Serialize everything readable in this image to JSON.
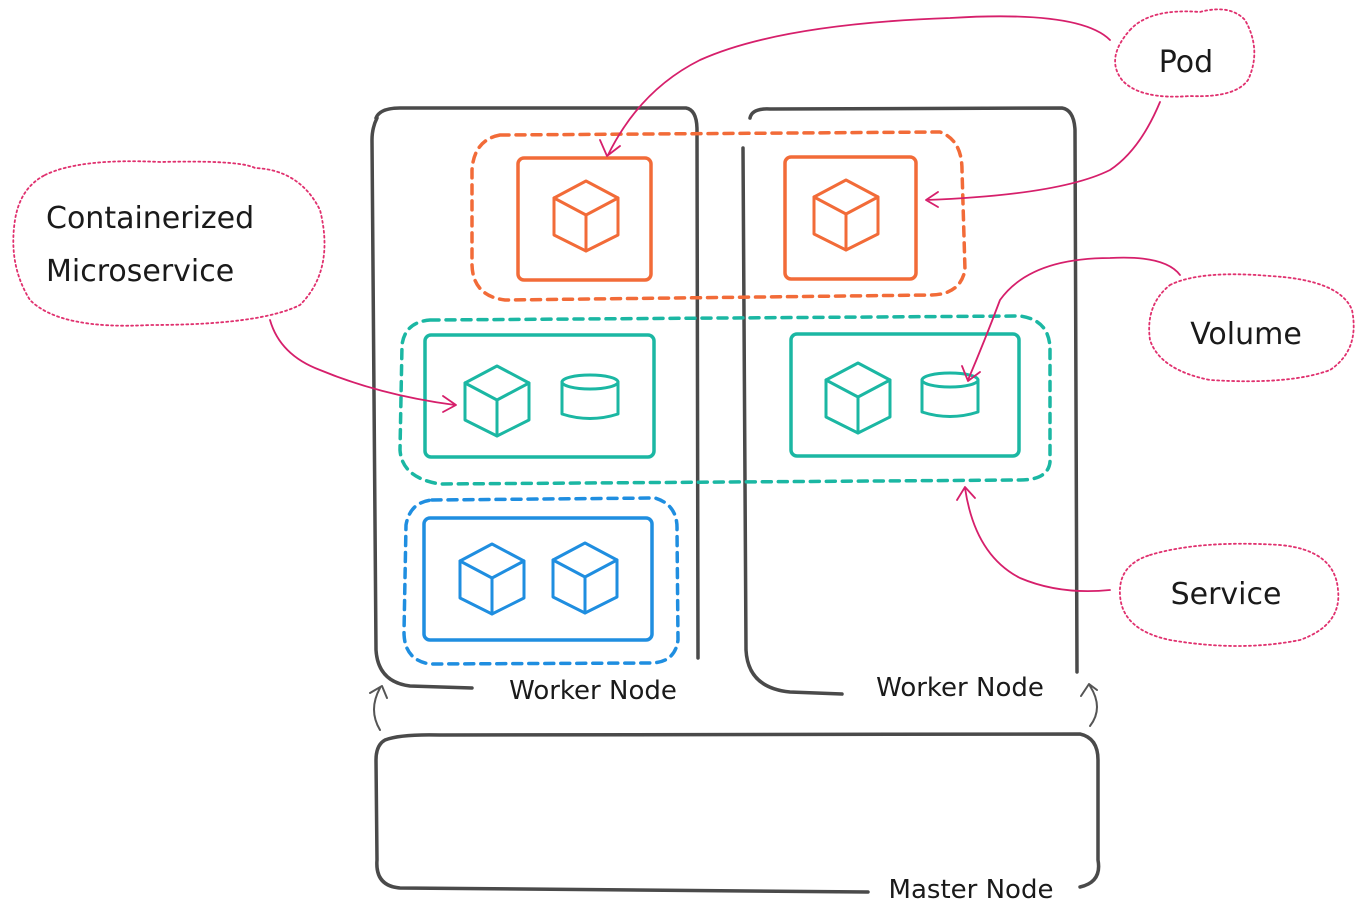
{
  "labels": {
    "pod": "Pod",
    "containerized_line1": "Containerized",
    "containerized_line2": "Microservice",
    "volume": "Volume",
    "service": "Service",
    "worker_node_left": "Worker Node",
    "worker_node_right": "Worker Node",
    "master_node": "Master Node"
  },
  "colors": {
    "node_outline": "#4a4a4a",
    "pod_orange": "#f26b38",
    "service_teal": "#1bb7a3",
    "pod_blue": "#1f8ee0",
    "annotation_magenta": "#d61f6b",
    "callout_outline": "#e0306e"
  },
  "icons": {
    "microservice": "cube-icon",
    "volume": "cylinder-icon"
  }
}
